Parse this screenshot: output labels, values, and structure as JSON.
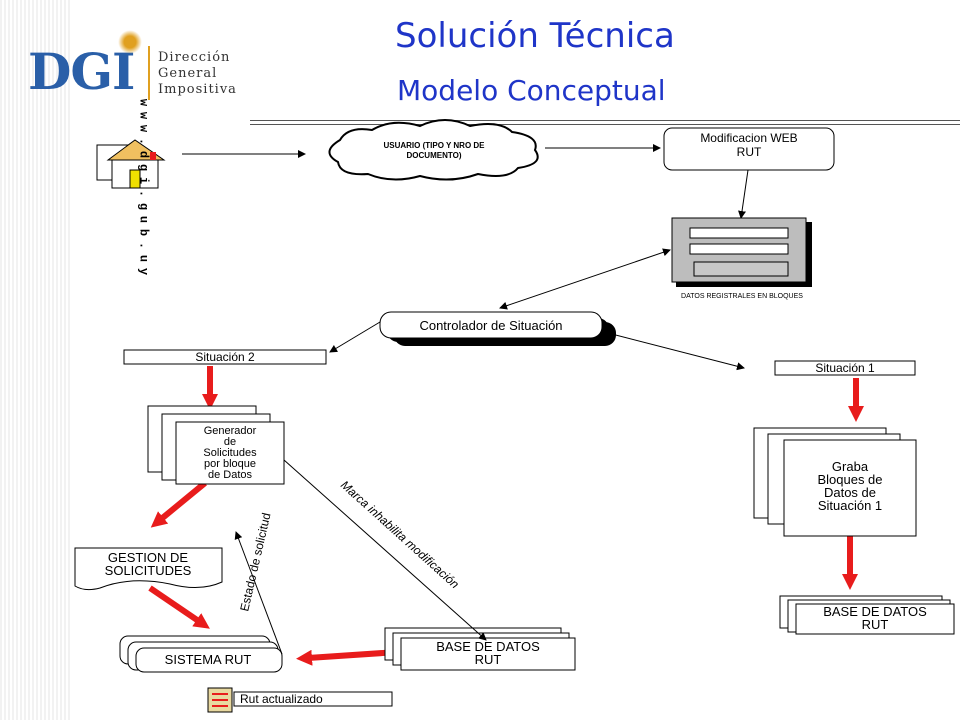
{
  "header": {
    "logo_text": "DGI",
    "logo_line1": "Dirección",
    "logo_line2": "General",
    "logo_line3": "Impositiva",
    "title": "Solución Técnica",
    "subtitle": "Modelo Conceptual"
  },
  "diagram": {
    "url_vertical": "www.dgi.gub.uy",
    "usuario": [
      "USUARIO (TIPO Y NRO DE",
      "DOCUMENTO)"
    ],
    "modificacion_web": [
      "Modificacion WEB",
      "RUT"
    ],
    "datos_registrales": "DATOS REGISTRALES EN BLOQUES",
    "controlador": "Controlador de Situación",
    "situacion2": "Situación 2",
    "situacion1": "Situación 1",
    "generador": [
      "Generador",
      "de",
      "Solicitudes",
      "por bloque",
      "de Datos"
    ],
    "gestion": [
      "GESTION DE",
      "SOLICITUDES"
    ],
    "sistema_rut": "SISTEMA RUT",
    "base_datos_left": [
      "BASE DE DATOS",
      "RUT"
    ],
    "base_datos_right": [
      "BASE DE DATOS",
      "RUT"
    ],
    "graba": [
      "Graba",
      "Bloques de",
      "Datos de",
      "Situación 1"
    ],
    "rut_actualizado": "Rut actualizado",
    "estado_solicitud": "Estado de solicitud",
    "marca_inhabilita": "Marca inhabilita modificación"
  },
  "colors": {
    "title": "#1f35c8",
    "arrow_red": "#e81c1c",
    "logo_blue": "#2a5fa8",
    "logo_gold": "#e0a020"
  }
}
